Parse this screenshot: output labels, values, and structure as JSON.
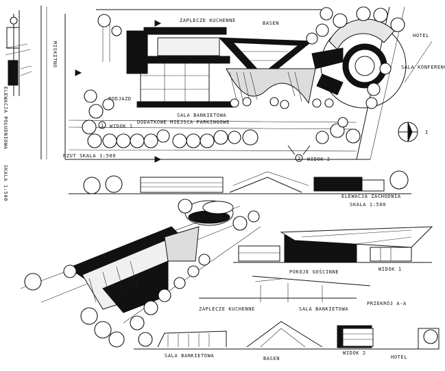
{
  "sheet": {
    "labels": {
      "elevation_left": "ELEWACJA POŁUDNIOWA",
      "scale_left": "SKALA 1:500",
      "kitchen_back": "ZAPLECZE KUCHENNE",
      "pool": "BASEN",
      "hotel": "HOTEL",
      "conference_room": "SALA KONFERENCYJNA",
      "street": "MISKITNO",
      "driveway": "PODJAZD",
      "banquet_hall": "SALA BANKIETOWA",
      "view1": "WIDOK 1",
      "extra_parking": "DODATKOWE MIEJSCA PARKINGOWE",
      "plan_scale": "RZUT SKALA 1:500",
      "view2": "WIDOK 2",
      "west_elevation": "ELEWACJA ZACHODNIA",
      "west_elevation_scale": "SKALA 1:500",
      "guest_rooms": "POKOJE GOŚCINNE",
      "view1_sketch": "WIDOK 1",
      "kitchen_back_section": "ZAPLECZE KUCHENNE",
      "banquet_hall_section": "SALA BANKIETOWA",
      "section_aa": "PRZEKRÓJ A-A",
      "banquet_hall_bottom": "SALA BANKIETOWA",
      "pool_bottom": "BASEN",
      "view2_bottom": "WIDOK 2",
      "hotel_bottom": "HOTEL",
      "marker_1": "1",
      "marker_2": "2",
      "north_label": "I"
    }
  }
}
